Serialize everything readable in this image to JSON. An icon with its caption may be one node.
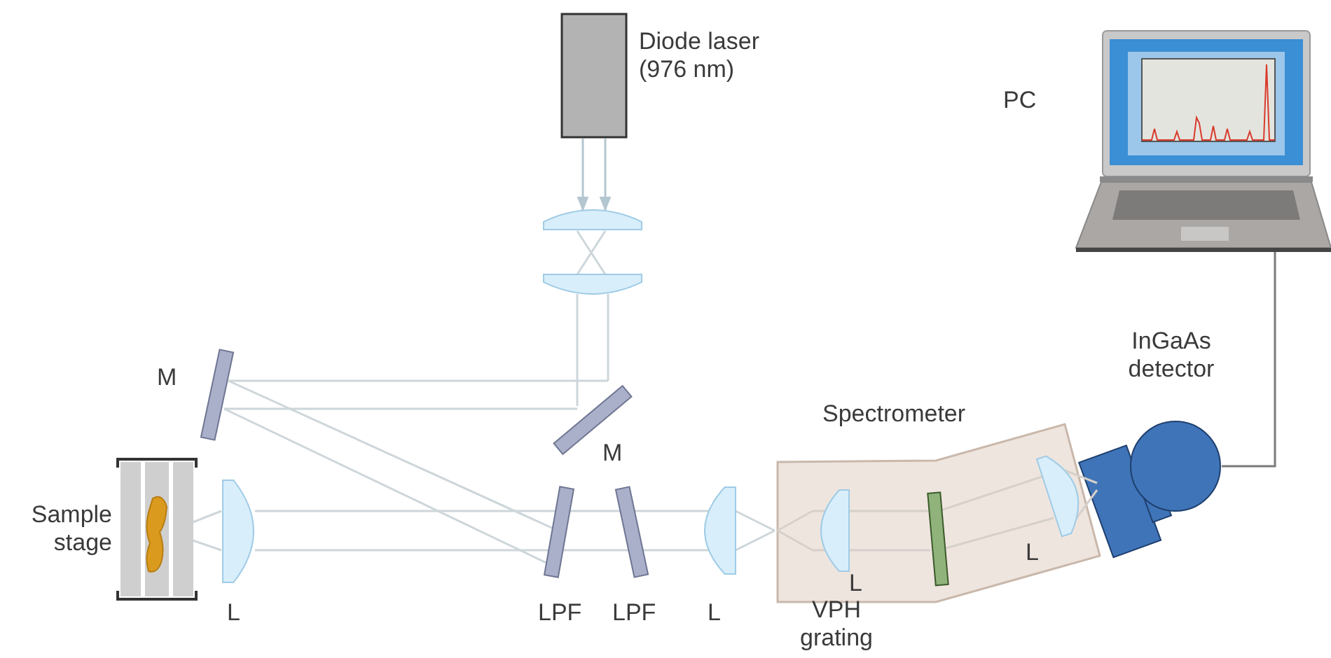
{
  "diagram": {
    "nodes": [
      {
        "text": [],
        "shape": "box",
        "beside": [
          "Diode laser (976 nm)"
        ]
      },
      {
        "text": [
          "Spectrometer"
        ]
      },
      {
        "text": [],
        "shape": "picture",
        "beside": [
          "InGaAs detector"
        ]
      },
      {
        "text": [],
        "shape": "picture",
        "beside": [
          "PC"
        ]
      }
    ],
    "edges": [
      {
        "from": 0,
        "to": null,
        "arrow": "to",
        "color": "#b4c6d0"
      },
      {
        "from": 0,
        "to": null,
        "arrow": "to",
        "color": "#b4c6d0"
      },
      {
        "from": 3,
        "to": 2,
        "arrow": "none"
      }
    ],
    "labels": [
      "M",
      "M",
      "Sample stage",
      "L",
      "LPF",
      "LPF",
      "L",
      "L",
      "L",
      "VPH grating"
    ]
  }
}
